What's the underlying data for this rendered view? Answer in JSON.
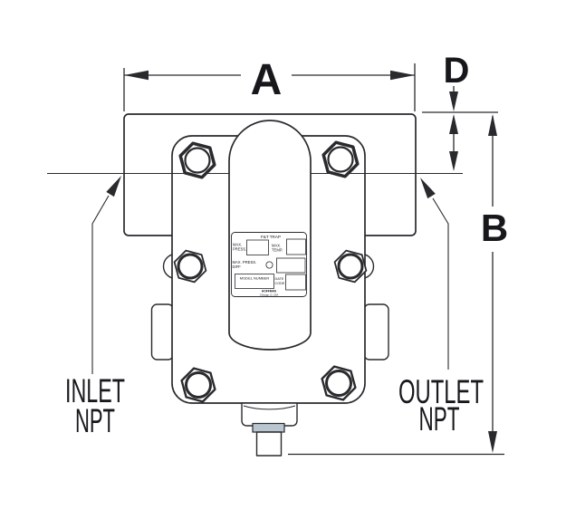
{
  "dimensions": {
    "width_label": "A",
    "height_label": "B",
    "flange_offset_label": "D"
  },
  "ports": {
    "inlet_line1": "INLET",
    "inlet_line2": "NPT",
    "outlet_line1": "OUTLET",
    "outlet_line2": "NPT"
  },
  "nameplate": {
    "title": "F&T TRAP",
    "max_press_l1": "MAX.",
    "max_press_l2": "PRESS.",
    "max_temp_l1": "MAX.",
    "max_temp_l2": "TEMP.",
    "max_press_diff_l1": "MAX. PRESS.",
    "max_press_diff_l2": "DIFF",
    "model_number": "MODEL NUMBER",
    "date_code_l1": "DATE",
    "date_code_l2": "CODE",
    "brand_l1": "HOFFMAN",
    "brand_l2": "Chicago, IL USA"
  },
  "colors": {
    "line": "#2a2a2e",
    "text": "#17171c",
    "gasket": "#b9c6d0",
    "background": "#ffffff"
  }
}
